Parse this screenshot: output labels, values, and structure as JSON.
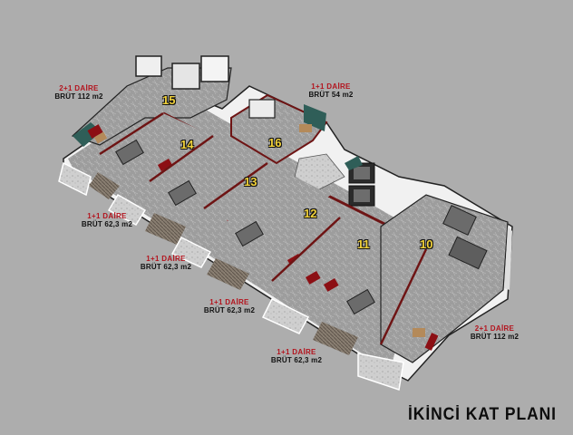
{
  "title": "İKİNCİ KAT PLANI",
  "colors": {
    "background": "#adadad",
    "unit_type_text": "#b3141e",
    "unit_number": "#f2d23a",
    "wall_red": "#6e1414",
    "floor_marble": "#9a9a9a",
    "glass_teal": "#2f5e58"
  },
  "units": [
    {
      "number": "10",
      "type": "2+1 DAİRE",
      "area": "BRÜT 112 m2"
    },
    {
      "number": "11",
      "type": "1+1 DAİRE",
      "area": "BRÜT 62,3 m2"
    },
    {
      "number": "12",
      "type": "1+1 DAİRE",
      "area": "BRÜT 62,3 m2"
    },
    {
      "number": "13",
      "type": "1+1 DAİRE",
      "area": "BRÜT 62,3 m2"
    },
    {
      "number": "14",
      "type": "1+1 DAİRE",
      "area": "BRÜT 62,3 m2"
    },
    {
      "number": "15",
      "type": "2+1 DAİRE",
      "area": "BRÜT 112 m2"
    },
    {
      "number": "16",
      "type": "1+1 DAİRE",
      "area": "BRÜT 54 m2"
    }
  ],
  "labels": [
    {
      "for_unit": "15",
      "type": "2+1 DAİRE",
      "area": "BRÜT 112 m2"
    },
    {
      "for_unit": "16",
      "type": "1+1 DAİRE",
      "area": "BRÜT 54 m2"
    },
    {
      "for_unit": "14",
      "type": "1+1 DAİRE",
      "area": "BRÜT 62,3 m2"
    },
    {
      "for_unit": "13",
      "type": "1+1 DAİRE",
      "area": "BRÜT 62,3 m2"
    },
    {
      "for_unit": "12",
      "type": "1+1 DAİRE",
      "area": "BRÜT 62,3 m2"
    },
    {
      "for_unit": "11",
      "type": "1+1 DAİRE",
      "area": "BRÜT 62,3 m2"
    },
    {
      "for_unit": "10",
      "type": "2+1 DAİRE",
      "area": "BRÜT 112 m2"
    }
  ]
}
